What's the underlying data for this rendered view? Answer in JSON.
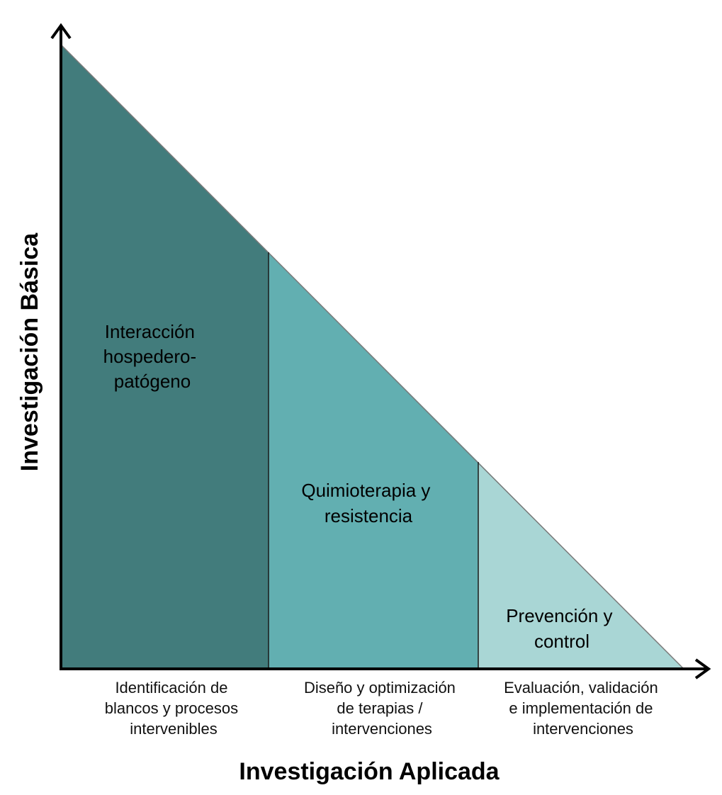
{
  "axes": {
    "y_title": "Investigación Básica",
    "x_title": "Investigación Aplicada"
  },
  "regions": [
    {
      "lines": [
        "Interacción",
        "hospedero-",
        "patógeno"
      ],
      "color": "#427c7c"
    },
    {
      "lines": [
        "Quimioterapia y",
        "resistencia"
      ],
      "color": "#62afb1"
    },
    {
      "lines": [
        "Prevención y",
        "control"
      ],
      "color": "#a9d6d5"
    }
  ],
  "stages": [
    {
      "lines": [
        "Identificación de",
        "blancos y procesos",
        "intervenibles"
      ]
    },
    {
      "lines": [
        "Diseño y optimización",
        "de terapias /",
        "intervenciones"
      ]
    },
    {
      "lines": [
        "Evaluación, validación",
        "e implementación de",
        "intervenciones"
      ]
    }
  ],
  "colors": {
    "axis": "#000000",
    "divider": "#1a1a1a",
    "hypotenuse": "#7a7a7a"
  }
}
